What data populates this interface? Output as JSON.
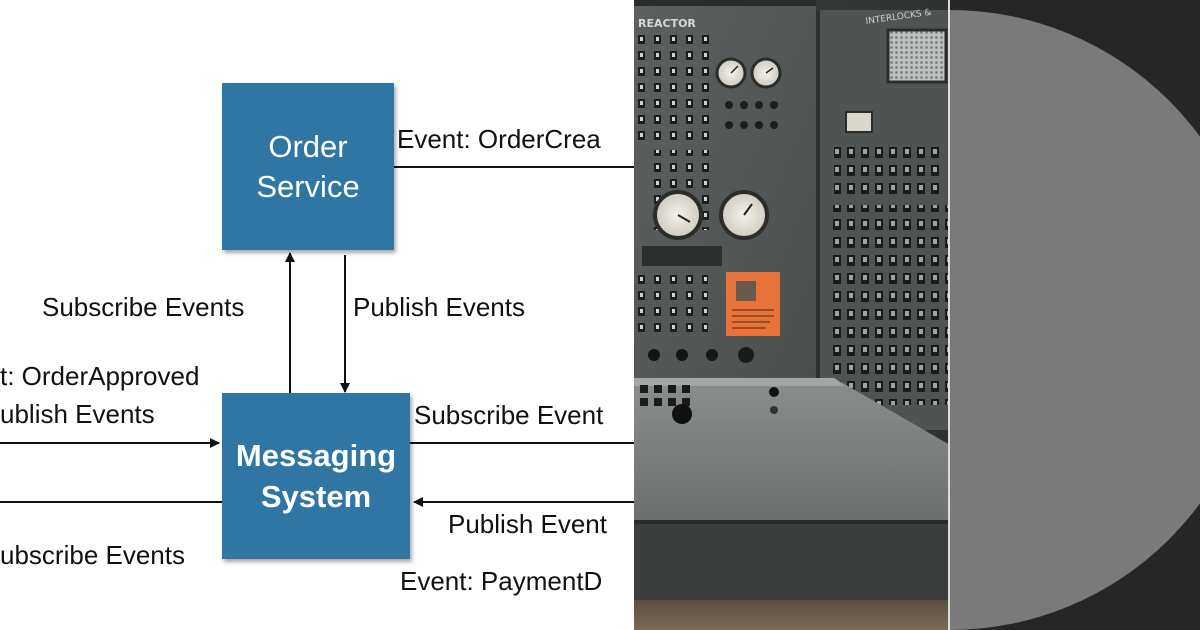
{
  "diagram": {
    "nodes": {
      "order_service": "Order\nService",
      "messaging_system": "Messaging\nSystem"
    },
    "labels": {
      "event_order_created": "Event: OrderCrea",
      "subscribe_events_left": "Subscribe Events",
      "publish_events_center": "Publish Events",
      "event_order_approved": "t: OrderApproved",
      "publish_events_left": "ublish Events",
      "subscribe_events_right": "Subscribe Event",
      "publish_events_right": "Publish Event",
      "subscribe_events_bottom_left": "ubscribe Events",
      "event_payment": "Event: PaymentD"
    },
    "colors": {
      "box_fill": "#2f76a5",
      "box_text": "#ffffff",
      "line": "#111111"
    }
  },
  "photo": {
    "panel_labels": {
      "reactor": "REACTOR",
      "interlocks": "INTERLOCKS &"
    }
  },
  "right_panel": {
    "colors": {
      "background": "#262626",
      "circle": "#7a7a7a"
    }
  }
}
